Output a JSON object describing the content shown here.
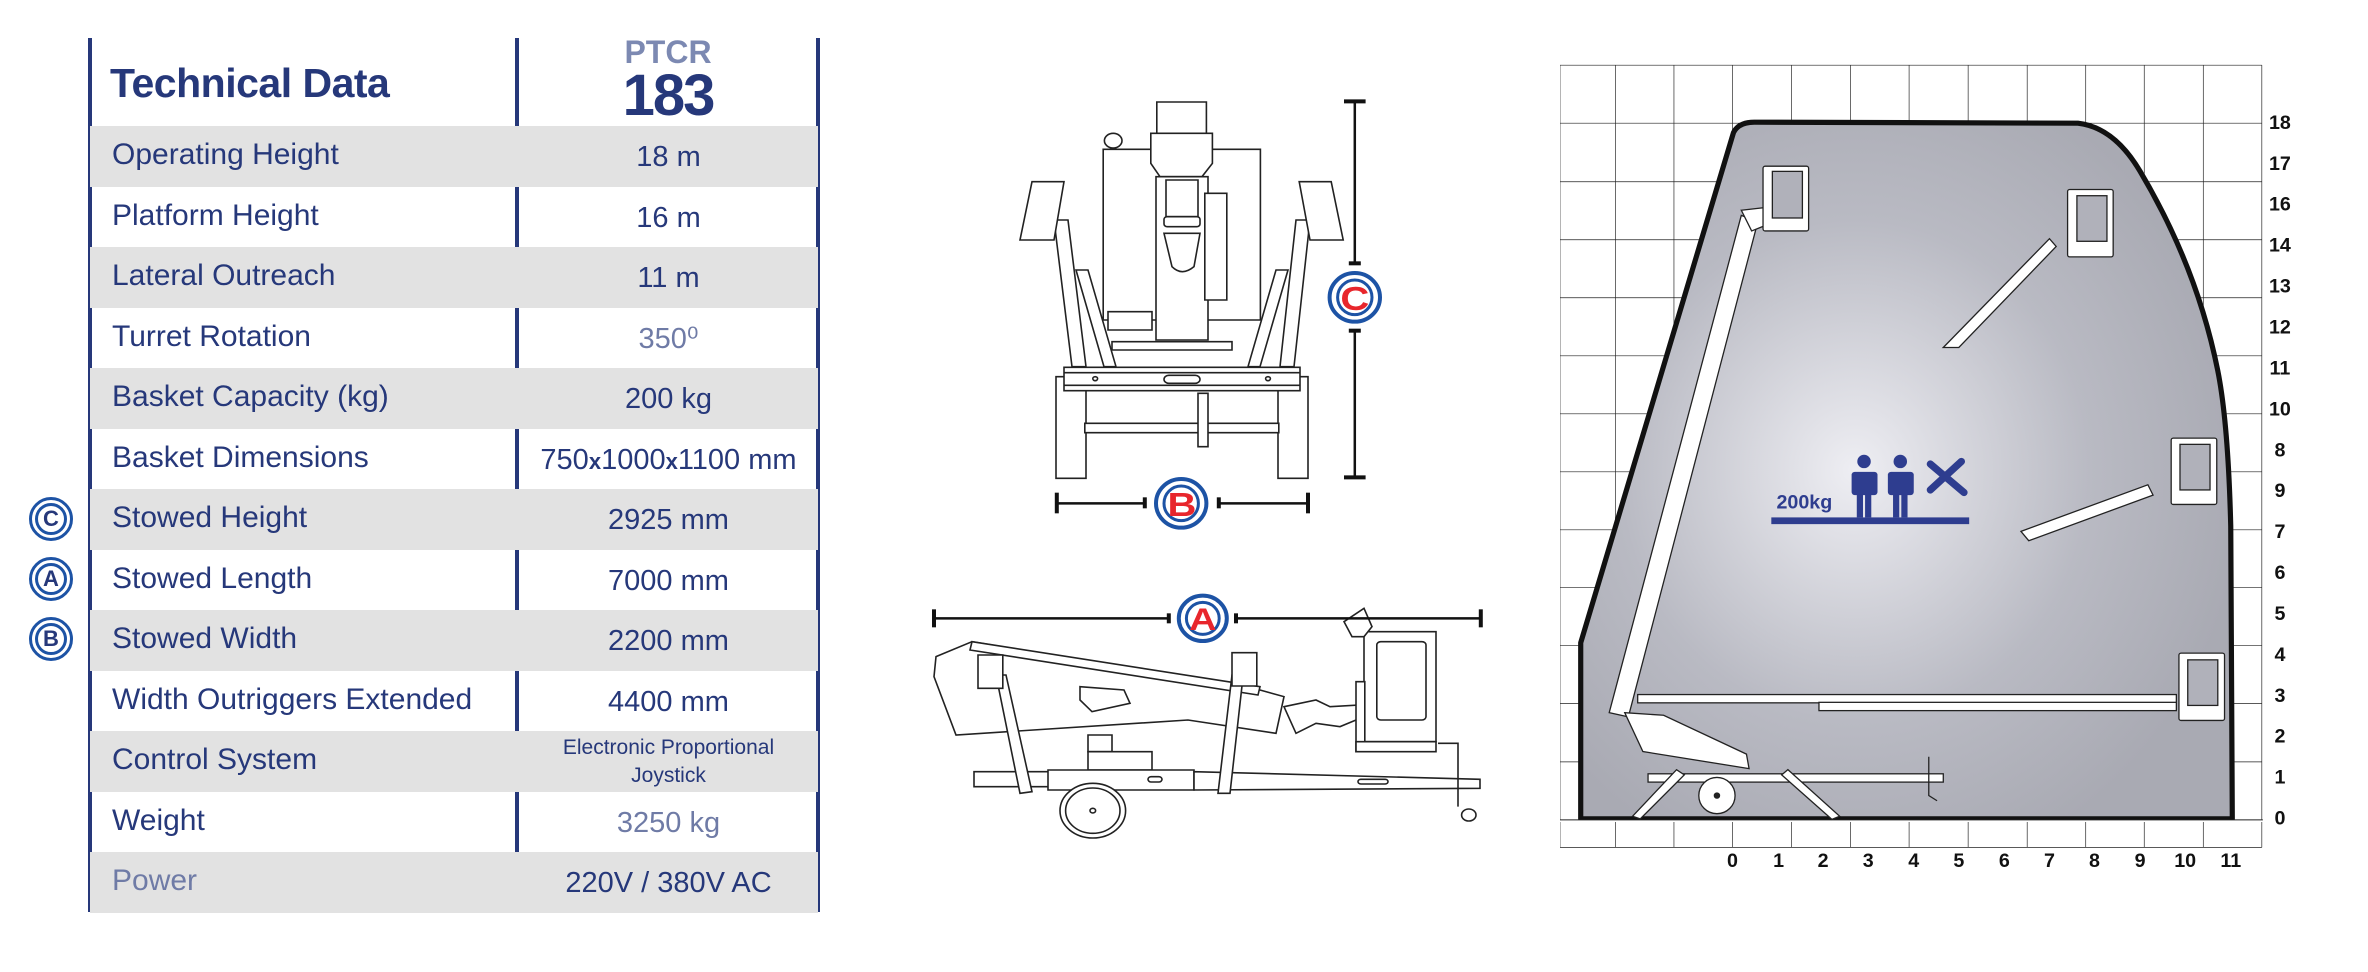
{
  "header": {
    "title": "Technical Data",
    "model_prefix": "PTCR",
    "model_number": "183"
  },
  "specs": [
    {
      "label": "Operating Height",
      "value": "18 m"
    },
    {
      "label": "Platform Height",
      "value": "16 m"
    },
    {
      "label": "Lateral Outreach",
      "value": "11 m"
    },
    {
      "label": "Turret Rotation",
      "value": "350⁰"
    },
    {
      "label": "Basket Capacity (kg)",
      "value": "200 kg"
    },
    {
      "label": "Basket Dimensions",
      "value": "750x1000x1100 mm"
    },
    {
      "label": "Stowed Height",
      "value": "2925 mm",
      "marker": "C"
    },
    {
      "label": "Stowed Length",
      "value": "7000 mm",
      "marker": "A"
    },
    {
      "label": "Stowed Width",
      "value": "2200 mm",
      "marker": "B"
    },
    {
      "label": "Width Outriggers Extended",
      "value": "4400 mm"
    },
    {
      "label": "Control System",
      "value": "Electronic Proportional Joystick"
    },
    {
      "label": "Weight",
      "value": "3250 kg"
    },
    {
      "label": "Power",
      "value": "220V / 380V AC"
    }
  ],
  "dimension_markers": {
    "front_height": "C",
    "front_width": "B",
    "side_length": "A"
  },
  "working_range": {
    "y_labels": [
      "18",
      "17",
      "16",
      "14",
      "13",
      "12",
      "11",
      "10",
      "8",
      "9",
      "7",
      "6",
      "5",
      "4",
      "3",
      "2",
      "1",
      "0"
    ],
    "x_labels": [
      "0",
      "1",
      "2",
      "3",
      "4",
      "5",
      "6",
      "7",
      "8",
      "9",
      "10",
      "11"
    ],
    "load_label": "200kg"
  },
  "colors": {
    "brand_blue": "#26387a",
    "marker_blue": "#1d53a5",
    "marker_red": "#e8262c",
    "row_shade": "#e2e2e2",
    "envelope": "#a9aab3"
  }
}
